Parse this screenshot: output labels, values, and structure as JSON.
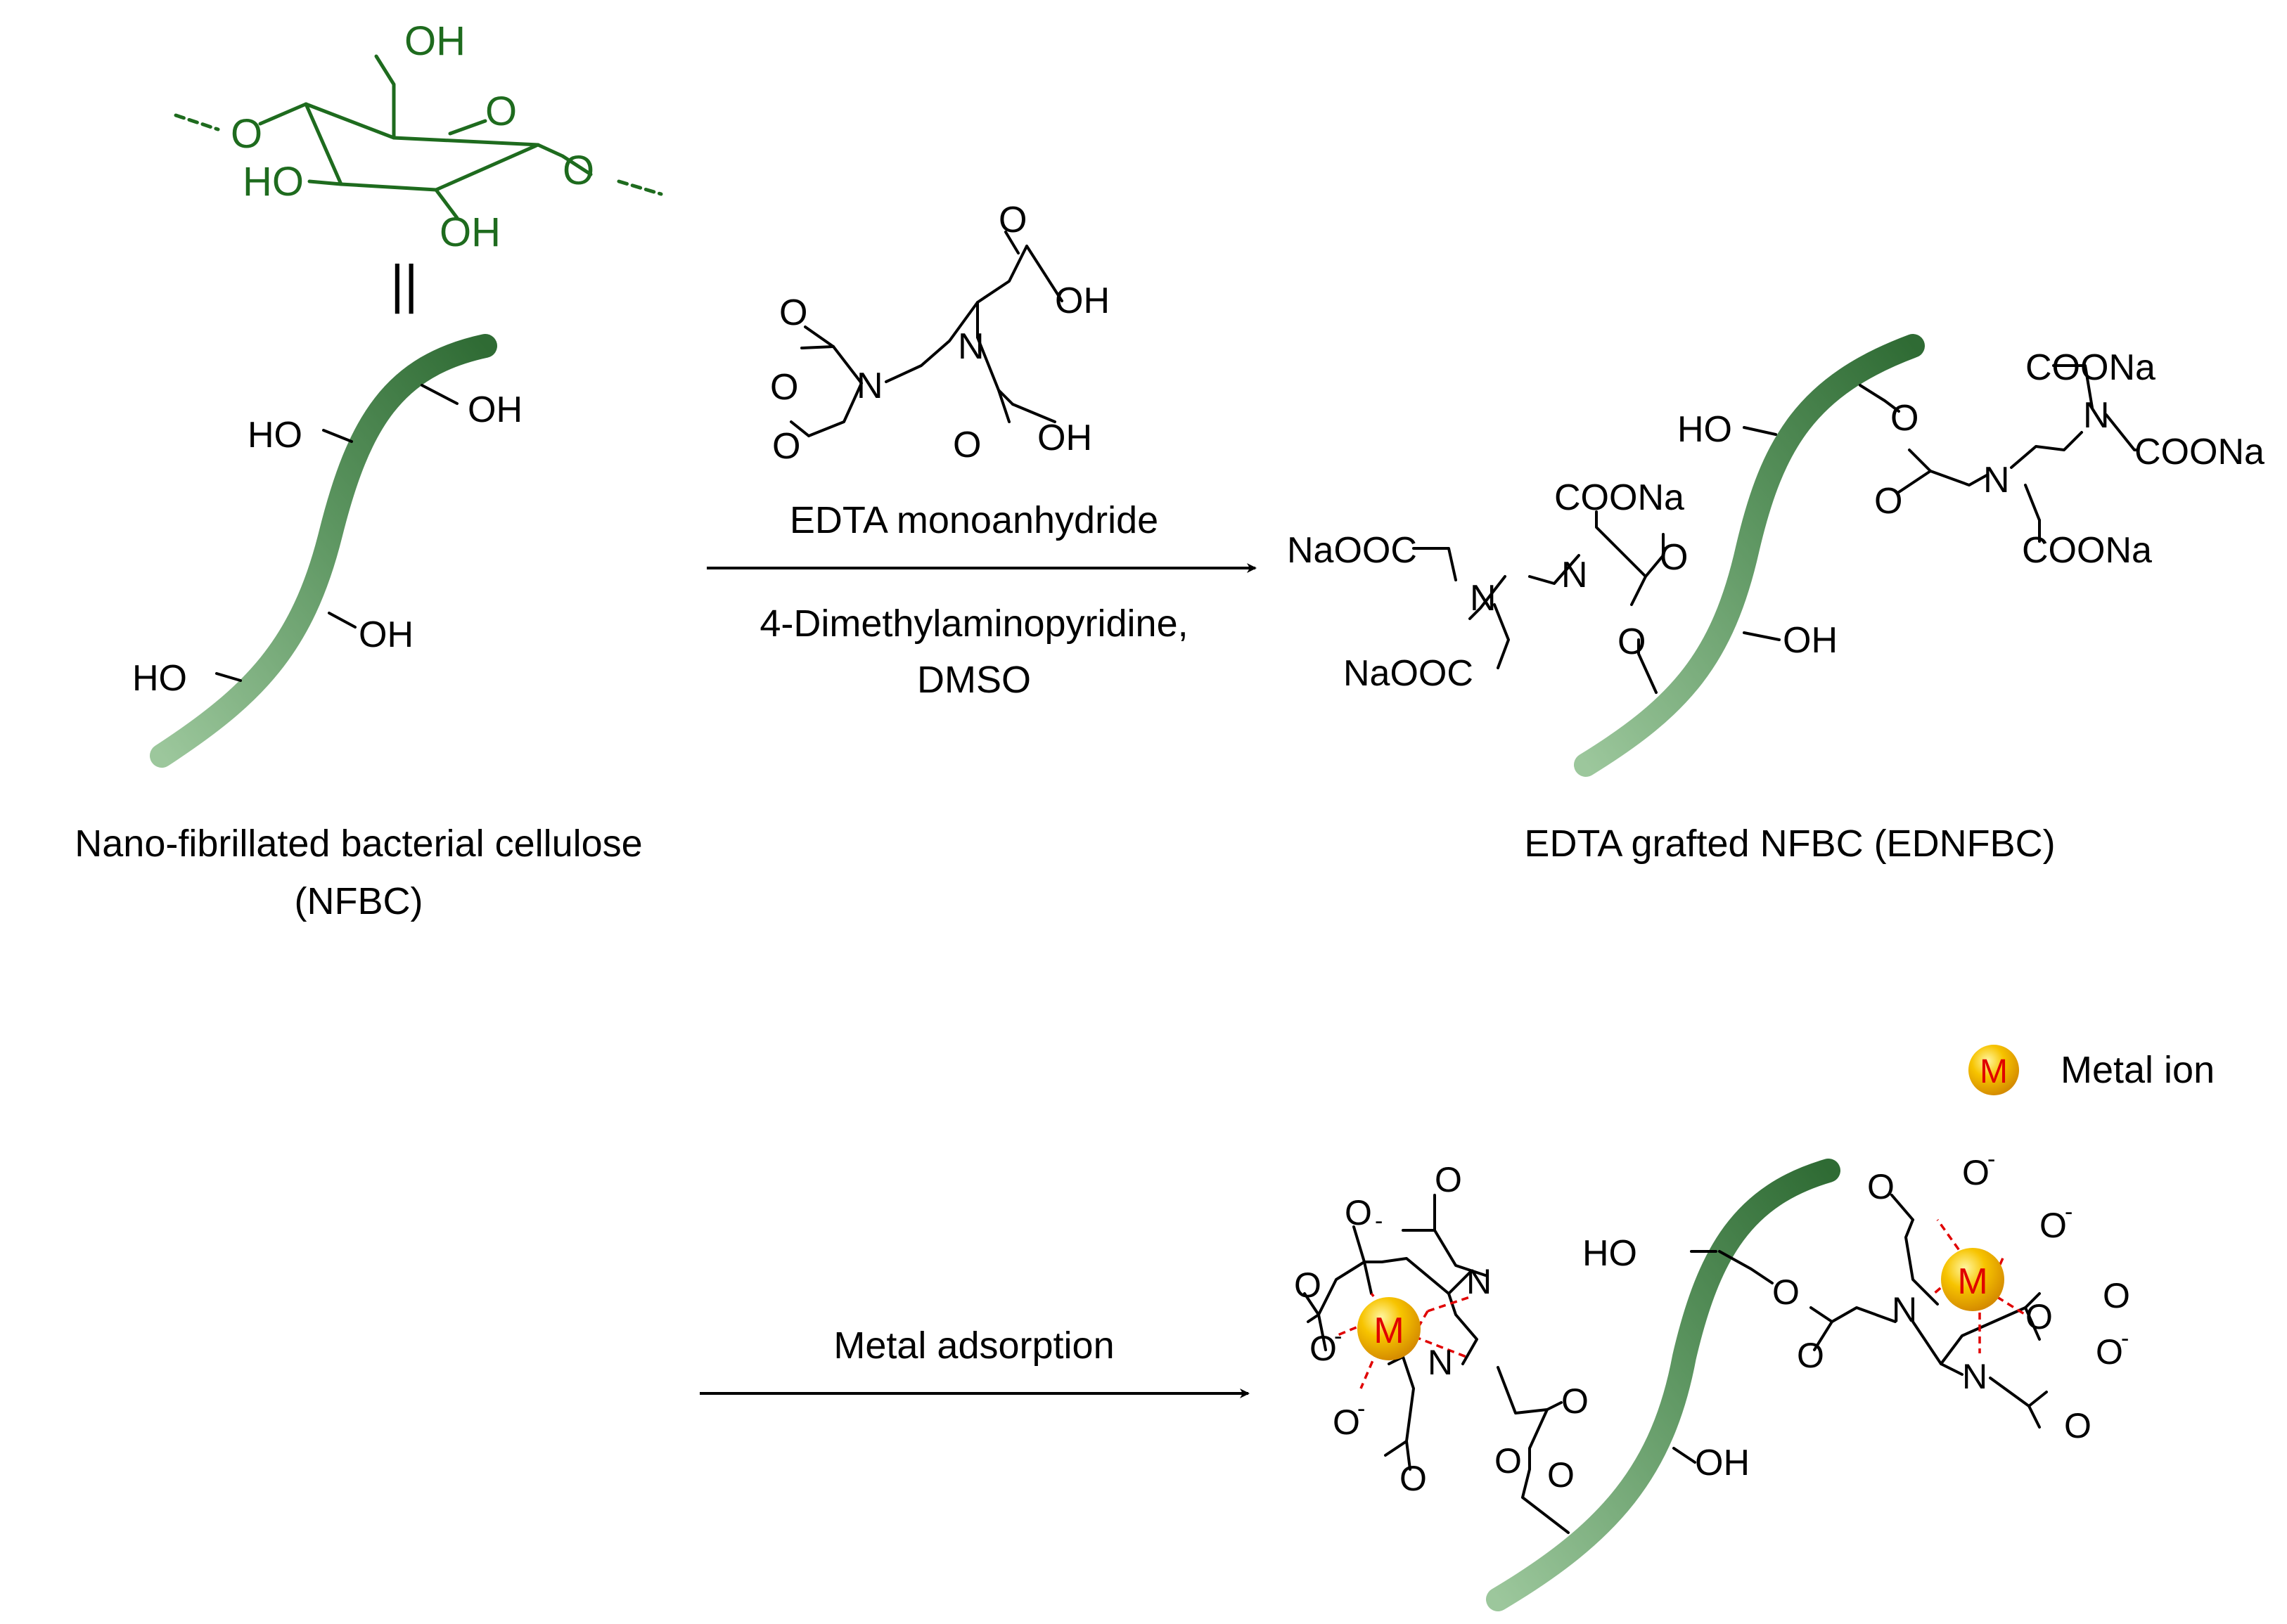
{
  "glucose_unit": {
    "labels": {
      "oh6": "OH",
      "o4": "O",
      "ring_o": "O",
      "o1": "O",
      "ho3": "HO",
      "oh2": "OH"
    },
    "equals": "||"
  },
  "nfbc": {
    "labels": {
      "ho_upper": "HO",
      "oh_upper": "OH",
      "oh_lower": "OH",
      "ho_lower": "HO"
    },
    "caption_line1": "Nano-fibrillated bacterial cellulose",
    "caption_line2": "(NFBC)"
  },
  "reagent": {
    "atoms": {
      "o_top": "O",
      "oh_top": "OH",
      "o_left_top": "O",
      "o_ring": "O",
      "o_left_bottom": "O",
      "n_left": "N",
      "n_right": "N",
      "o_mid": "O",
      "oh_bottom": "OH"
    },
    "name": "EDTA monoanhydride",
    "conditions_line1": "4-Dimethylaminopyridine,",
    "conditions_line2": "DMSO"
  },
  "ednfbc": {
    "labels": {
      "ho": "HO",
      "oh": "OH",
      "o_ester_right": "O",
      "o_carbonyl_right": "O",
      "n_r1": "N",
      "n_r2": "N",
      "coona_r1": "COONa",
      "coona_r2": "COONa",
      "coona_r3": "COONa",
      "naooc_l1": "NaOOC",
      "naooc_l2": "NaOOC",
      "coona_l": "COONa",
      "n_l1": "N",
      "n_l2": "N",
      "o_carbonyl_left": "O",
      "o_ester_left": "O"
    },
    "caption": "EDTA grafted NFBC (EDNFBC)"
  },
  "adsorption": {
    "arrow_label": "Metal adsorption",
    "legend_symbol": "M",
    "legend_label": "Metal ion",
    "labels": {
      "metal_left": "M",
      "metal_right": "M",
      "o_l1": "O",
      "o_l2": "O",
      "o_l3": "O",
      "o_l4": "O",
      "o_l5": "O",
      "o_l6": "O",
      "o_l7": "O",
      "o_l8": "O",
      "o_l9": "O",
      "n_l1": "N",
      "n_l2": "N",
      "ho": "HO",
      "oh": "OH",
      "o_r_ester": "O",
      "o_r1": "O",
      "o_r2": "O",
      "o_r3": "O",
      "o_r4": "O",
      "o_r5": "O",
      "o_r6": "O",
      "o_r7": "O",
      "o_r8": "O",
      "n_r1": "N",
      "n_r2": "N",
      "minus": "-"
    }
  },
  "colors": {
    "fiber_dark": "#2f6b34",
    "fiber_light": "#9cc79c",
    "glucose": "#1e6b1e",
    "coordination": "#e00000",
    "metal": "#f2b100"
  }
}
